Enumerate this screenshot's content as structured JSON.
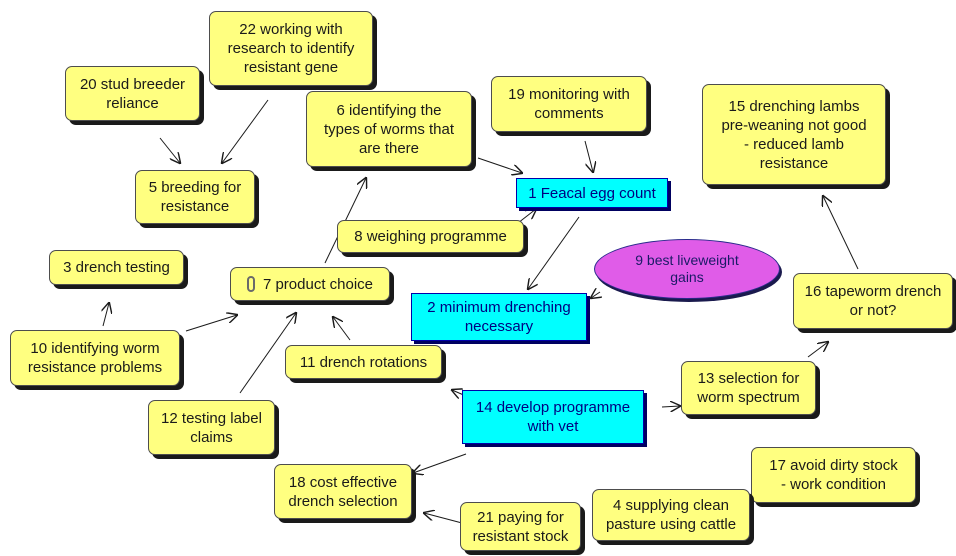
{
  "nodes": {
    "n1": "1 Feacal egg count",
    "n2": "2 minimum drenching\nnecessary",
    "n3": "3 drench testing",
    "n4": "4 supplying clean\npasture using cattle",
    "n5": "5 breeding for\nresistance",
    "n6": "6 identifying the\ntypes of worms that\nare there",
    "n7": "7 product choice",
    "n8": "8 weighing programme",
    "n9": "9 best liveweight\ngains",
    "n10": "10 identifying worm\nresistance problems",
    "n11": "11 drench rotations",
    "n12": "12 testing label\nclaims",
    "n13": "13 selection for\nworm spectrum",
    "n14": "14 develop programme\nwith vet",
    "n15": "15 drenching lambs\npre-weaning not good\n- reduced lamb\nresistance",
    "n16": "16 tapeworm drench\nor not?",
    "n17": "17 avoid dirty stock\n- work condition",
    "n18": "18 cost effective\ndrench selection",
    "n19": "19 monitoring with\ncomments",
    "n20": "20 stud breeder\nreliance",
    "n21": "21 paying for\nresistant stock",
    "n22": "22 working with\nresearch to identify\nresistant gene"
  },
  "colors": {
    "note": "#ffff80",
    "focus": "#00ffff",
    "goal": "#e05ce8",
    "arrow": "#1a1a1a"
  },
  "icons": {
    "n7": "paperclip-icon"
  }
}
